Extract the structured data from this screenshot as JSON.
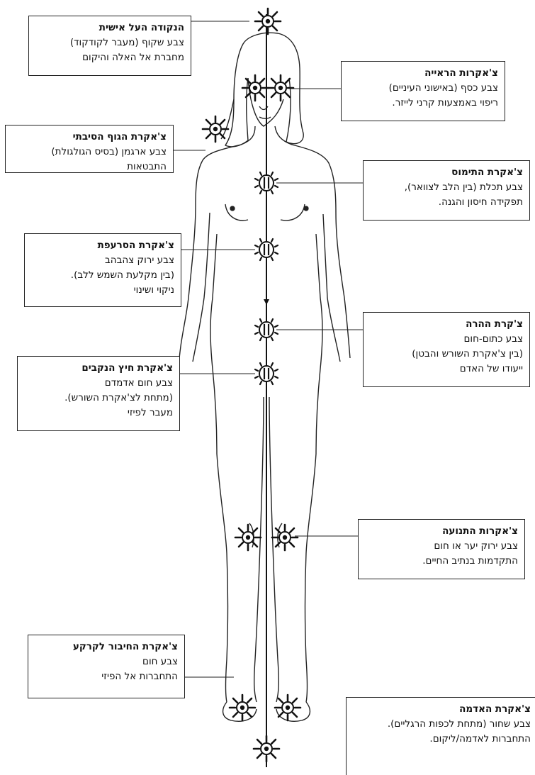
{
  "boxes": [
    {
      "title": "הנקודה העל אישית",
      "lines": [
        "צבע שקוף (מעבר לקודקוד)",
        "מחברת אל האלה והיקום"
      ]
    },
    {
      "title": "צ'אקרות הראייה",
      "lines": [
        "צבע כסף (באישוני העיניים)",
        "ריפוי באמצעות קרני לייזר."
      ]
    },
    {
      "title": "צ'אקרת הגוף הסיבתי",
      "lines": [
        "צבע ארגמן (בסיס הגולגולת)",
        "התבטאות"
      ]
    },
    {
      "title": "צ'אקרת התימוס",
      "lines": [
        "צבע תכלת (בין הלב לצוואר),",
        "תפקידה חיסון והגנה."
      ]
    },
    {
      "title": "צ'אקרת הסרעפת",
      "lines": [
        "צבע ירוק צהבהב",
        "(בין מקלעת השמש ללב).",
        "ניקוי ושינוי"
      ]
    },
    {
      "title": "צ'קרת ההרה",
      "lines": [
        "צבע כתום-חום",
        "(בין צ'אקרת השורש והבטן)",
        "ייעודו של האדם"
      ]
    },
    {
      "title": "צ'אקרת חיץ הנקבים",
      "lines": [
        "צבע חום אדמדם",
        "(מתחת לצ'אקרת השורש).",
        "מעבר לפיזי"
      ]
    },
    {
      "title": "צ'אקרות התנועה",
      "lines": [
        "צבע ירוק יער או חום",
        "התקדמות בנתיב החיים."
      ]
    },
    {
      "title": "צ'אקרת החיבור לקרקע",
      "lines": [
        "צבע חום",
        "התחברות אל הפיזי"
      ]
    },
    {
      "title": "צ'אקרת האדמה",
      "lines": [
        "צבע שחור (מתחת לכפות הרגליים).",
        "התחברות לאדמה/ליקום."
      ]
    }
  ]
}
